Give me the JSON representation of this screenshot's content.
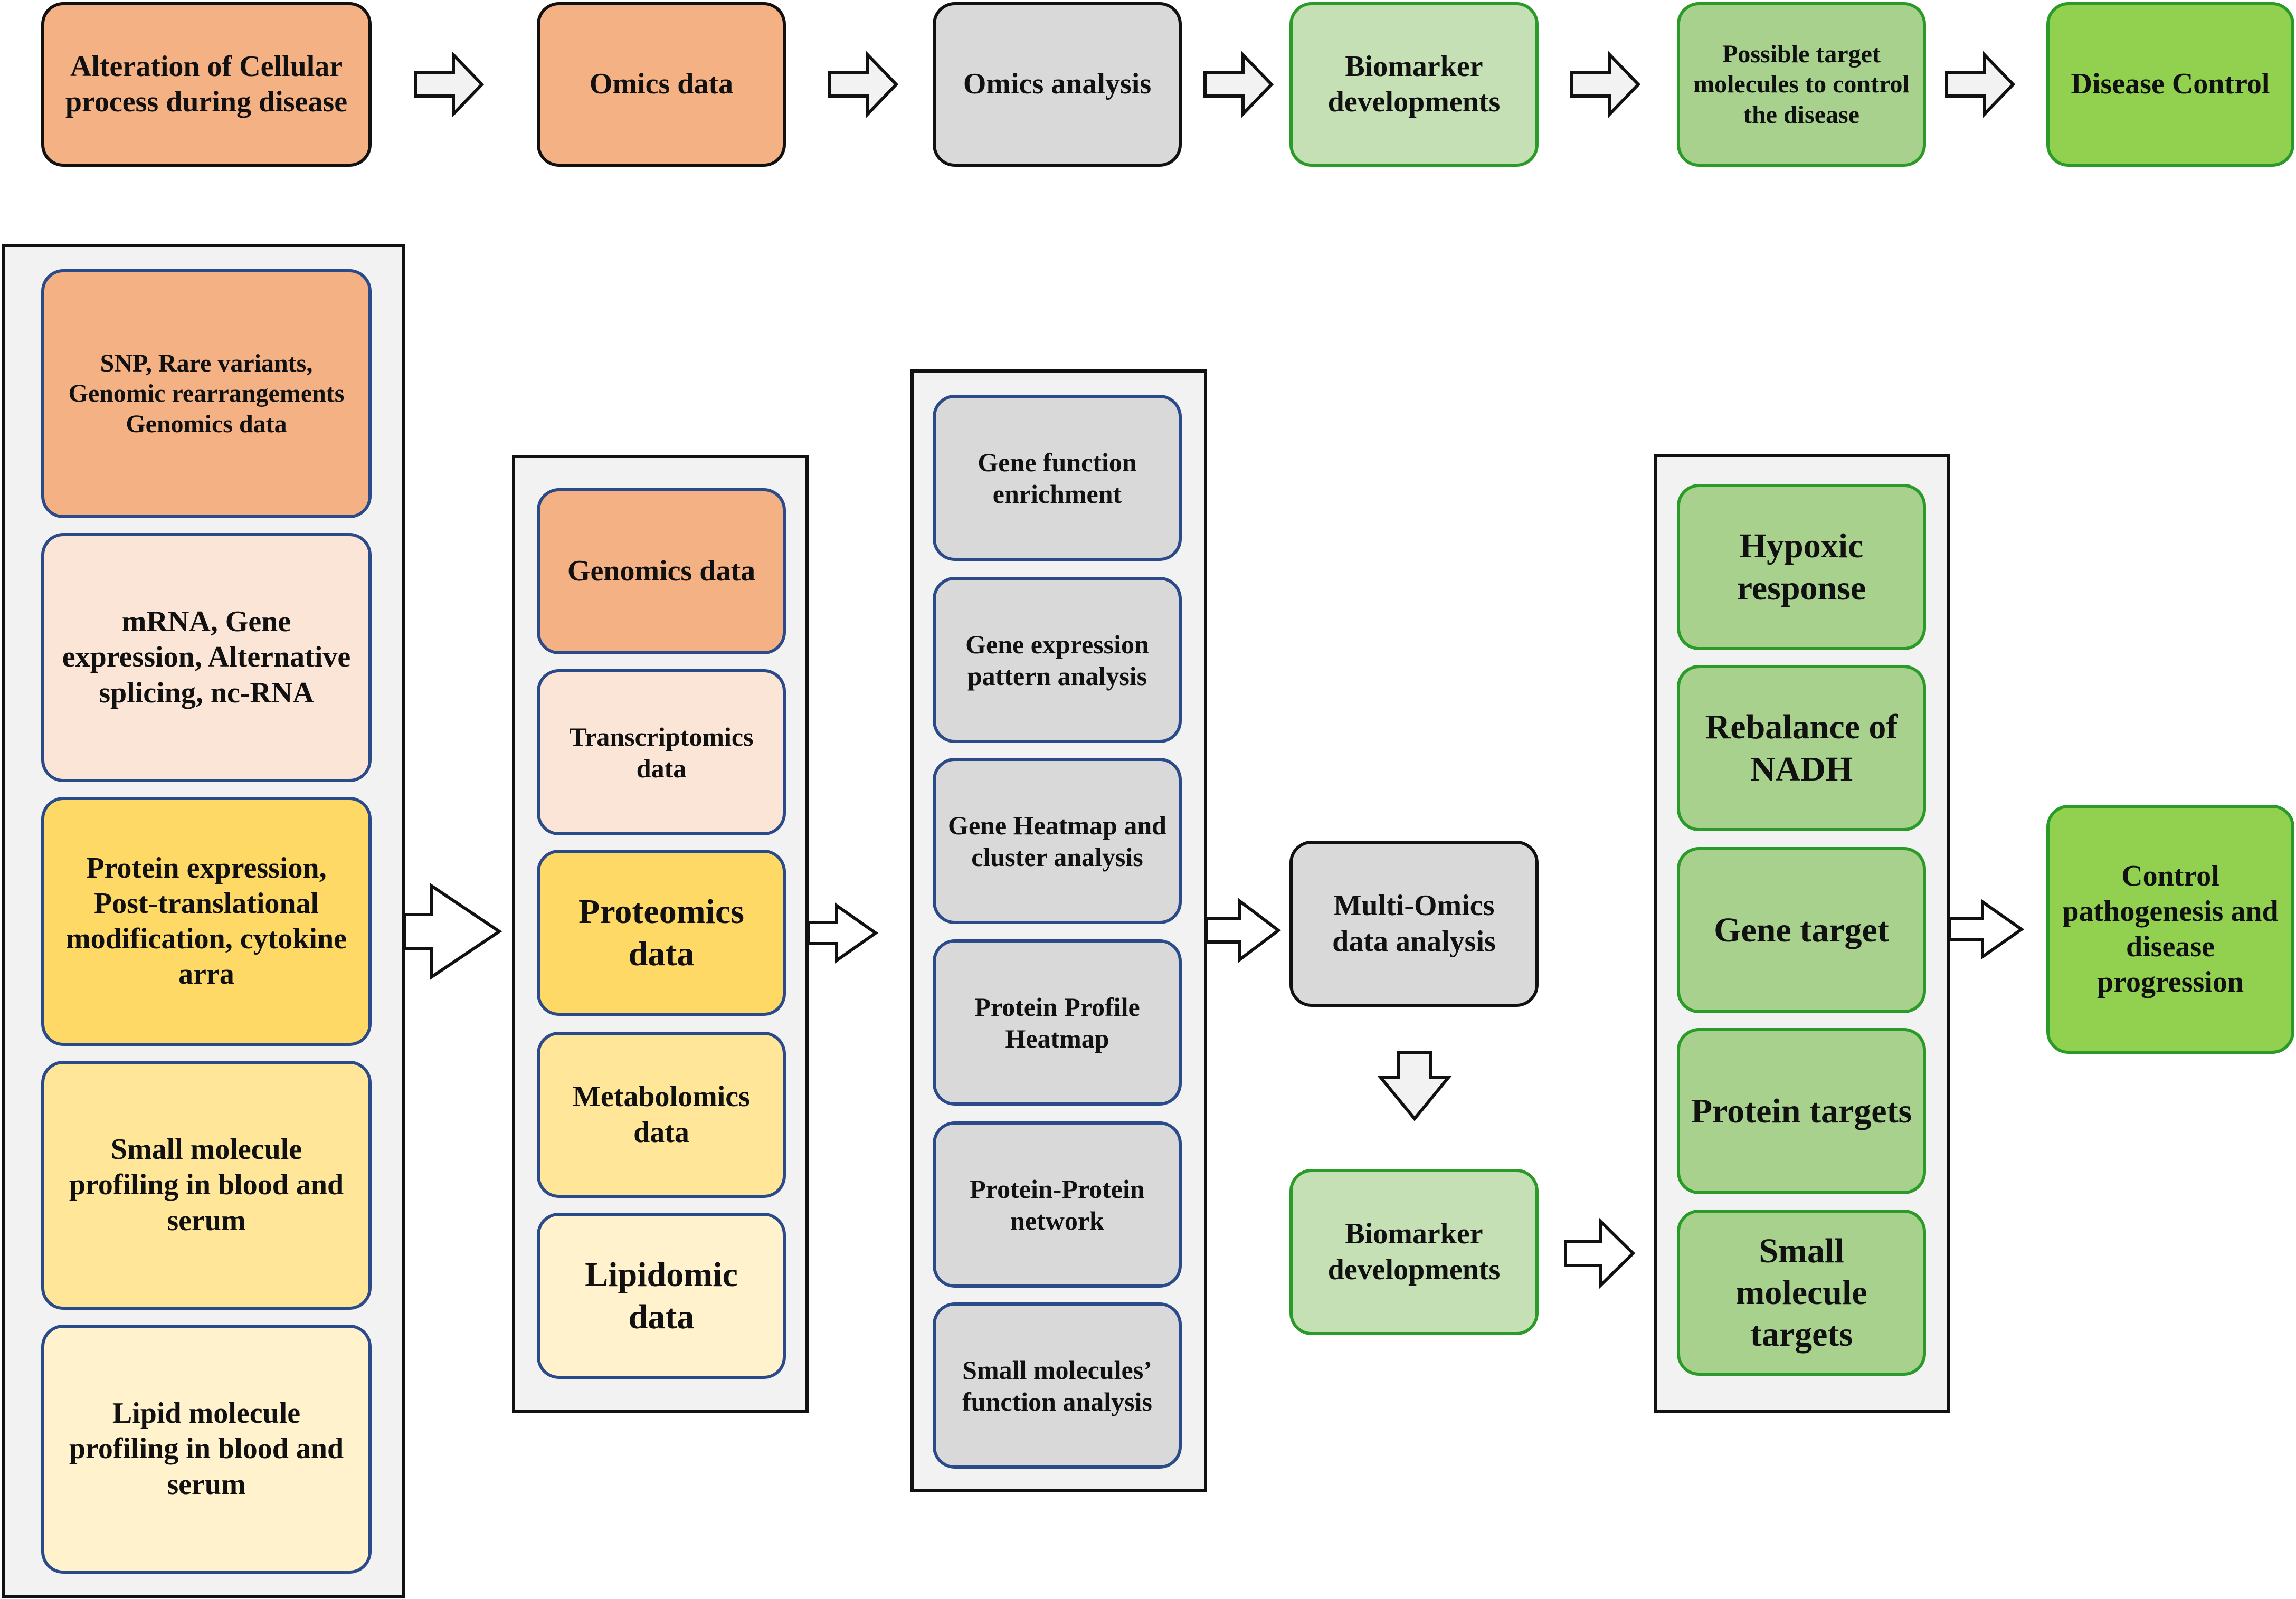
{
  "flow": {
    "alteration": "Alteration of Cellular process during disease",
    "omics_data": "Omics data",
    "omics_analysis": "Omics analysis",
    "biomarker": "Biomarker developments",
    "possible_targets": "Possible target molecules to control the disease",
    "disease_control": "Disease Control"
  },
  "alterations": [
    "SNP, Rare variants, Genomic rearrangements Genomics data",
    "mRNA, Gene expression, Alternative splicing, nc-RNA",
    "Protein expression, Post-translational modification, cytokine arra",
    "Small molecule profiling in blood and serum",
    "Lipid molecule profiling in blood and serum"
  ],
  "omics_types": [
    "Genomics data",
    "Transcriptomics data",
    "Proteomics data",
    "Metabolomics data",
    "Lipidomic data"
  ],
  "analyses": [
    "Gene function enrichment",
    "Gene expression pattern analysis",
    "Gene Heatmap and cluster analysis",
    "Protein Profile Heatmap",
    "Protein-Protein network",
    "Small molecules’ function analysis"
  ],
  "multi_omics": "Multi-Omics data analysis",
  "biomarker2": "Biomarker developments",
  "targets": [
    "Hypoxic response",
    "Rebalance of NADH",
    "Gene target",
    "Protein targets",
    "Small molecule targets"
  ],
  "outcome": "Control pathogenesis and disease progression"
}
